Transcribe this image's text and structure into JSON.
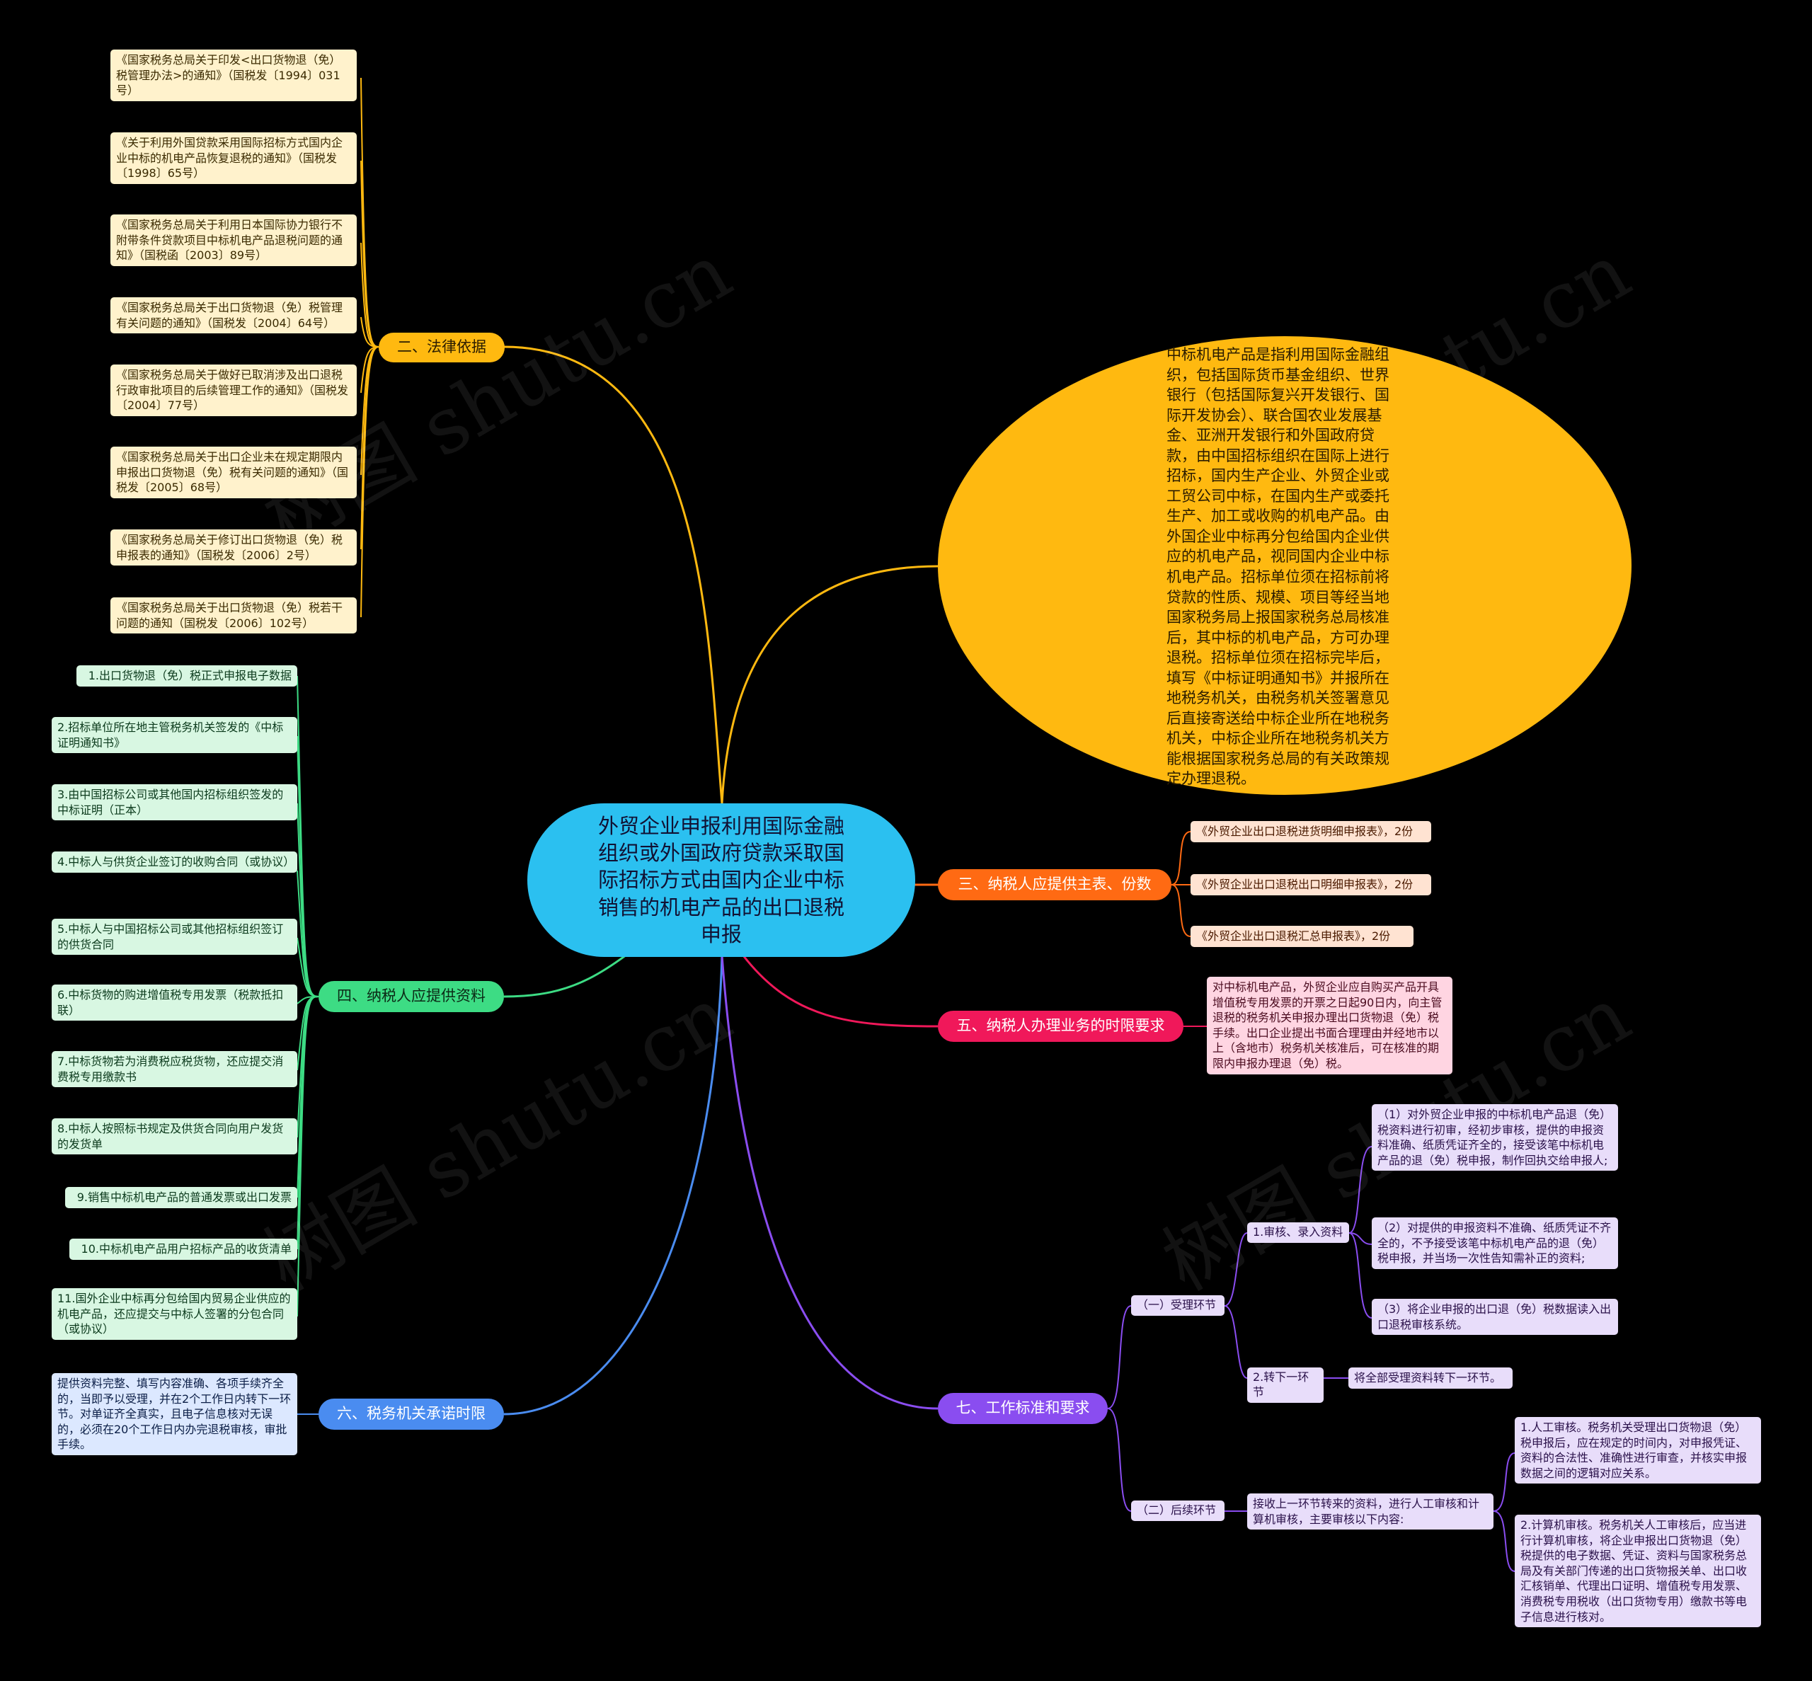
{
  "center": "外贸企业申报利用国际金融组织或外国政府贷款采取国际招标方式由国内企业中标销售的机电产品的出口退税申报",
  "definition": "中标机电产品是指利用国际金融组织，包括国际货币基金组织、世界银行（包括国际复兴开发银行、国际开发协会）、联合国农业发展基金、亚洲开发银行和外国政府贷款，由中国招标组织在国际上进行招标，国内生产企业、外贸企业或工贸公司中标，在国内生产或委托生产、加工或收购的机电产品。由外国企业中标再分包给国内企业供应的机电产品，视同国内企业中标机电产品。招标单位须在招标前将贷款的性质、规模、项目等经当地国家税务局上报国家税务总局核准后，其中标的机电产品，方可办理退税。招标单位须在招标完毕后，填写《中标证明通知书》并报所在地税务机关，由税务机关签署意见后直接寄送给中标企业所在地税务机关，中标企业所在地税务机关方能根据国家税务总局的有关政策规定办理退税。",
  "legal": {
    "label": "二、法律依据",
    "items": [
      "《国家税务总局关于印发<出口货物退（免）税管理办法>的通知》（国税发〔1994〕031号）",
      "《关于利用外国贷款采用国际招标方式国内企业中标的机电产品恢复退税的通知》（国税发〔1998〕65号）",
      "《国家税务总局关于利用日本国际协力银行不附带条件贷款项目中标机电产品退税问题的通知》（国税函〔2003〕89号）",
      "《国家税务总局关于出口货物退（免）税管理有关问题的通知》（国税发〔2004〕64号）",
      "《国家税务总局关于做好已取消涉及出口退税行政审批项目的后续管理工作的通知》（国税发〔2004〕77号）",
      "《国家税务总局关于出口企业未在规定期限内申报出口货物退（免）税有关问题的通知》（国税发〔2005〕68号）",
      "《国家税务总局关于修订出口货物退（免）税申报表的通知》（国税发〔2006〕2号）",
      "《国家税务总局关于出口货物退（免）税若干问题的通知（国税发〔2006〕102号）"
    ]
  },
  "materials": {
    "label": "四、纳税人应提供资料",
    "items": [
      "1.出口货物退（免）税正式申报电子数据",
      "2.招标单位所在地主管税务机关签发的《中标证明通知书》",
      "3.由中国招标公司或其他国内招标组织签发的中标证明（正本）",
      "4.中标人与供货企业签订的收购合同（或协议）",
      "5.中标人与中国招标公司或其他招标组织签订的供货合同",
      "6.中标货物的购进增值税专用发票（税款抵扣联）",
      "7.中标货物若为消费税应税货物，还应提交消费税专用缴款书",
      "8.中标人按照标书规定及供货合同向用户发货的发货单",
      "9.销售中标机电产品的普通发票或出口发票",
      "10.中标机电产品用户招标产品的收货清单",
      "11.国外企业中标再分包给国内贸易企业供应的机电产品，还应提交与中标人签署的分包合同（或协议）"
    ]
  },
  "promise": {
    "label": "六、税务机关承诺时限",
    "text": "提供资料完整、填写内容准确、各项手续齐全的，当即予以受理，并在2个工作日内转下一环节。对单证齐全真实，且电子信息核对无误的，必须在20个工作日内办完退税审核，审批手续。"
  },
  "forms": {
    "label": "三、纳税人应提供主表、份数",
    "items": [
      "《外贸企业出口退税进货明细申报表》，2份",
      "《外贸企业出口退税出口明细申报表》，2份",
      "《外贸企业出口退税汇总申报表》，2份"
    ]
  },
  "deadline": {
    "label": "五、纳税人办理业务的时限要求",
    "text": "对中标机电产品，外贸企业应自购买产品开具增值税专用发票的开票之日起90日内，向主管退税的税务机关申报办理出口货物退（免）税手续。出口企业提出书面合理理由并经地市以上（含地市）税务机关核准后，可在核准的期限内申报办理退（免）税。"
  },
  "standards": {
    "label": "七、工作标准和要求",
    "accept": {
      "label": "（一）受理环节",
      "review": {
        "label": "1.审核、录入资料",
        "items": [
          "（1）对外贸企业申报的中标机电产品退（免）税资料进行初审，经初步审核，提供的申报资料准确、纸质凭证齐全的，接受该笔中标机电产品的退（免）税申报，制作回执交给申报人;",
          "（2）对提供的申报资料不准确、纸质凭证不齐全的，不予接受该笔中标机电产品的退（免）税申报，并当场一次性告知需补正的资料;",
          "（3）将企业申报的出口退（免）税数据读入出口退税审核系统。"
        ]
      },
      "transfer": {
        "label": "2.转下一环节",
        "text": "将全部受理资料转下一环节。"
      }
    },
    "follow": {
      "label": "（二）后续环节",
      "text": "接收上一环节转来的资料，进行人工审核和计算机审核，主要审核以下内容:",
      "items": [
        "1.人工审核。税务机关受理出口货物退（免）税申报后，应在规定的时间内，对申报凭证、资料的合法性、准确性进行审查，并核实申报数据之间的逻辑对应关系。",
        "2.计算机审核。税务机关人工审核后，应当进行计算机审核，将企业申报出口货物退（免）税提供的电子数据、凭证、资料与国家税务总局及有关部门传递的出口货物报关单、出口收汇核销单、代理出口证明、增值税专用发票、消费税专用税收（出口货物专用）缴款书等电子信息进行核对。"
      ]
    }
  },
  "watermark": "树图 shutu.cn",
  "colors": {
    "legal": "#FFB910",
    "materials": "#3DDC84",
    "promise": "#4A8CF0",
    "forms": "#FF6A13",
    "deadline": "#F0185A",
    "standards": "#8A4DF0",
    "center": "#2BC0F0"
  }
}
